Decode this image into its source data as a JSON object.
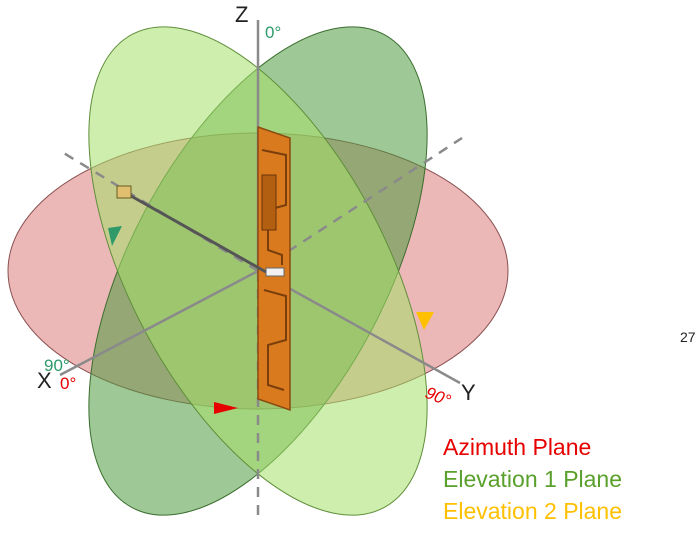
{
  "axes": {
    "z_label": "Z",
    "x_label": "X",
    "y_label": "Y"
  },
  "angle_labels": {
    "elevation1_zero": "0°",
    "elevation1_ninety": "90°",
    "azimuth_zero": "0°",
    "elevation2_ninety": "90°"
  },
  "page_number": "27",
  "legend": {
    "azimuth": "Azimuth Plane",
    "elevation1": "Elevation 1 Plane",
    "elevation2": "Elevation 2 Plane"
  },
  "colors": {
    "azimuth": "#e60000",
    "elevation1": "#5aa02c",
    "elevation2": "#ffc000",
    "azimuth_fill": "#e89090",
    "elevation1_fill": "#9ad456",
    "elevation2_fill": "#4f9a3f",
    "pcb": "#d97a1e",
    "axis": "#808080",
    "label_green": "#2e9a6a"
  }
}
